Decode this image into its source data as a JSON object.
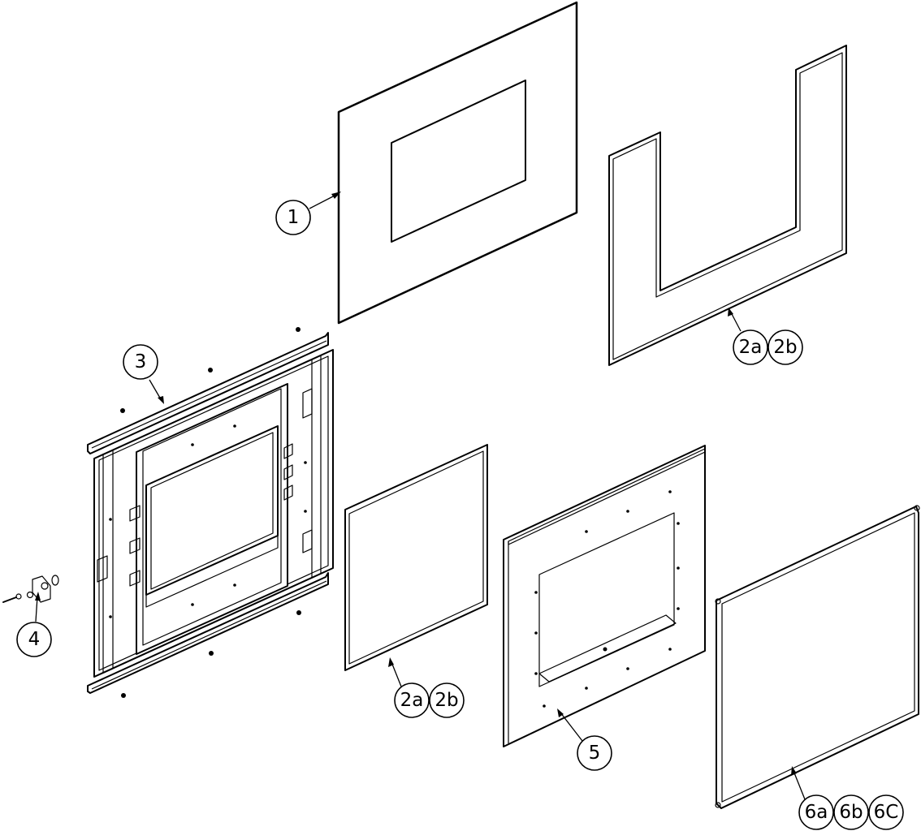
{
  "callouts": {
    "c1": "1",
    "c2a_top": "2a",
    "c2b_top": "2b",
    "c3": "3",
    "c4": "4",
    "c2a_mid": "2a",
    "c2b_mid": "2b",
    "c5": "5",
    "c6a": "6a",
    "c6b": "6b",
    "c6c": "6C"
  }
}
